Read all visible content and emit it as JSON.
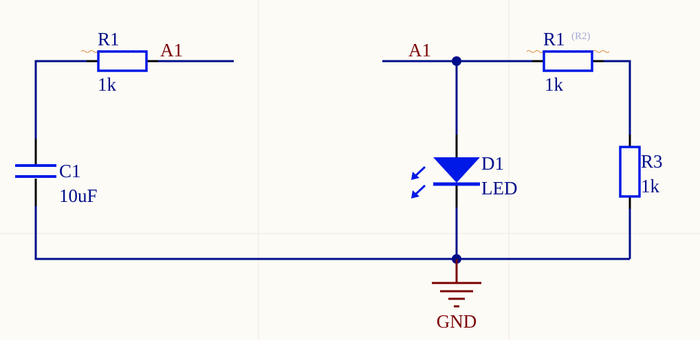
{
  "colors": {
    "background": "#fdfbf6",
    "grid": "#ebe7dd",
    "wire": "#000d8a",
    "component": "#0019e6",
    "pin": "#000000",
    "designator": "#000d8a",
    "net_label": "#7a0000",
    "junction": "#000d8a",
    "power": "#7a0000",
    "annotation": "#a3a8d6",
    "error_squiggle": "#e08a3c"
  },
  "components": {
    "r1_left": {
      "designator": "R1",
      "value": "1k"
    },
    "c1": {
      "designator": "C1",
      "value": "10uF"
    },
    "r1_right": {
      "designator": "R1",
      "alt_designator": "(R2)",
      "value": "1k"
    },
    "d1": {
      "designator": "D1",
      "value": "LED"
    },
    "r3": {
      "designator": "R3",
      "value": "1k"
    }
  },
  "net_labels": {
    "left": "A1",
    "right": "A1"
  },
  "power_port": {
    "name": "GND"
  }
}
